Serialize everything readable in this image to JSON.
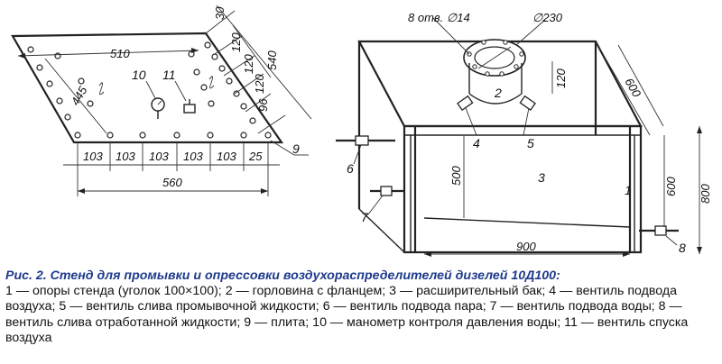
{
  "dims": {
    "d510": "510",
    "d30": "30",
    "d120a": "120",
    "d120b": "120",
    "d120c": "120",
    "d540": "540",
    "d445": "445",
    "d96": "96",
    "d103a": "103",
    "d103b": "103",
    "d103c": "103",
    "d103d": "103",
    "d103e": "103",
    "d25": "25",
    "d560": "560",
    "holes": "8 отв. ∅14",
    "dia": "∅230",
    "d120tank": "120",
    "d600depth": "600",
    "d500": "500",
    "d600h": "600",
    "d800": "800",
    "d900": "900"
  },
  "labels": {
    "n1": "1",
    "n2": "2",
    "n3": "3",
    "n4": "4",
    "n5": "5",
    "n6": "6",
    "n7": "7",
    "n8": "8",
    "n9": "9",
    "n10": "10",
    "n11": "11"
  },
  "caption": {
    "title": "Рис. 2. Стенд для промывки и опрессовки воздухораспределителей дизелей 10Д100:",
    "body": "1 — опоры стенда (уголок 100×100); 2 — горловина с фланцем; 3 — расширительный бак; 4 — вентиль подвода воздуха; 5 — вентиль слива промывочной жидкости; 6 — вентиль подвода пара; 7 — вентиль подвода воды; 8 — вентиль слива отработанной жидкости; 9 — плита; 10 — манометр контроля давления воды; 11 — вентиль спуска воздуха"
  },
  "colors": {
    "caption_title": "#1e3a8c",
    "line": "#222222"
  }
}
